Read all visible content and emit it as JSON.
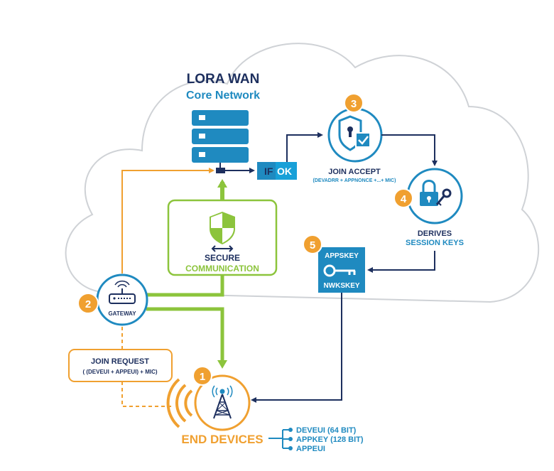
{
  "title": "LORA WAN",
  "subtitle": "Core Network",
  "if_label": "IF",
  "ok_label": "OK",
  "join_accept": {
    "title": "JOIN ACCEPT",
    "detail": "(DEVADRR + APPNONCE +...+ MIC)"
  },
  "derives": {
    "line1": "DERIVES",
    "line2": "SESSION KEYS"
  },
  "keys_box": {
    "top": "APPSKEY",
    "bottom": "NWKSKEY"
  },
  "secure": {
    "line1": "SECURE",
    "line2": "COMMUNICATION"
  },
  "gateway_label": "GATEWAY",
  "join_request": {
    "title": "JOIN REQUEST",
    "detail": "( (DEVEUI + APPEUI) + MIC)"
  },
  "end_devices_label": "END DEVICES",
  "device_ids": [
    "DEVEUI (64 BIT)",
    "APPKEY (128 BIT)",
    "APPEUI"
  ],
  "steps": {
    "s1": "1",
    "s2": "2",
    "s3": "3",
    "s4": "4",
    "s5": "5"
  },
  "colors": {
    "navy": "#1d2f5e",
    "blue": "#1f8ac0",
    "orange": "#f0a030",
    "green": "#8cc43c",
    "cloud": "#cfd2d6"
  }
}
